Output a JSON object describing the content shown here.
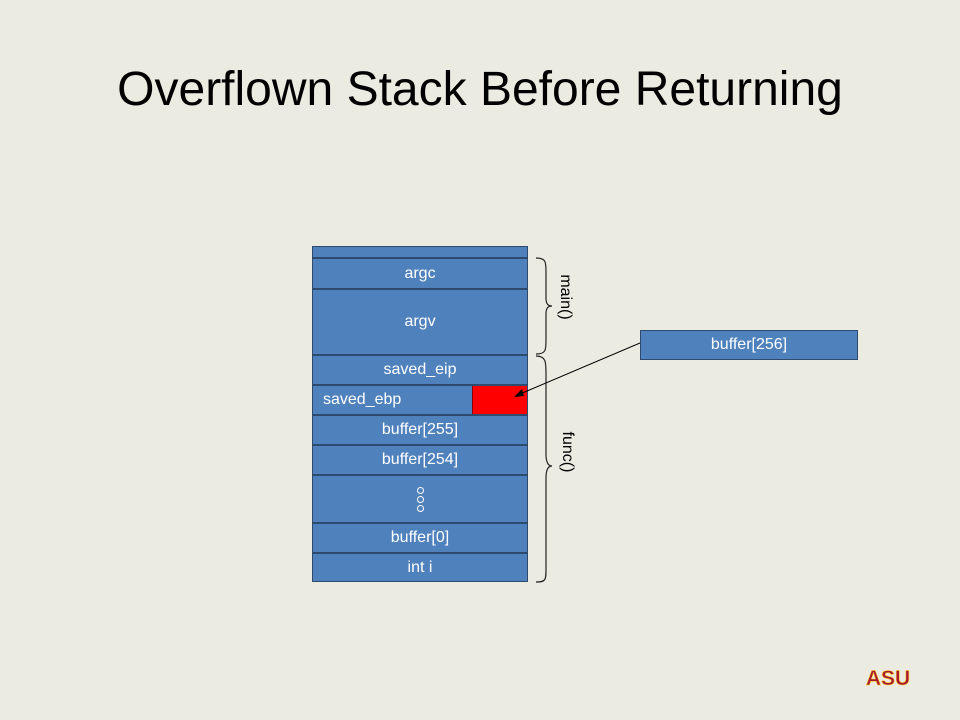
{
  "slide": {
    "title": "Overflown Stack Before Returning"
  },
  "stack": {
    "cells": {
      "argc": "argc",
      "argv": "argv",
      "saved_eip": "saved_eip",
      "saved_ebp": "saved_ebp",
      "buffer255": "buffer[255]",
      "buffer254": "buffer[254]",
      "buffer0": "buffer[0]",
      "int_i": "int i"
    },
    "braces": {
      "main": "main()",
      "func": "func()"
    }
  },
  "external": {
    "label": "buffer[256]"
  },
  "colors": {
    "background": "#ecebe2",
    "cell_fill": "#4f81bd",
    "overflow": "#ff0000",
    "logo": "#a6192e"
  },
  "logo": {
    "text": "ASU"
  }
}
